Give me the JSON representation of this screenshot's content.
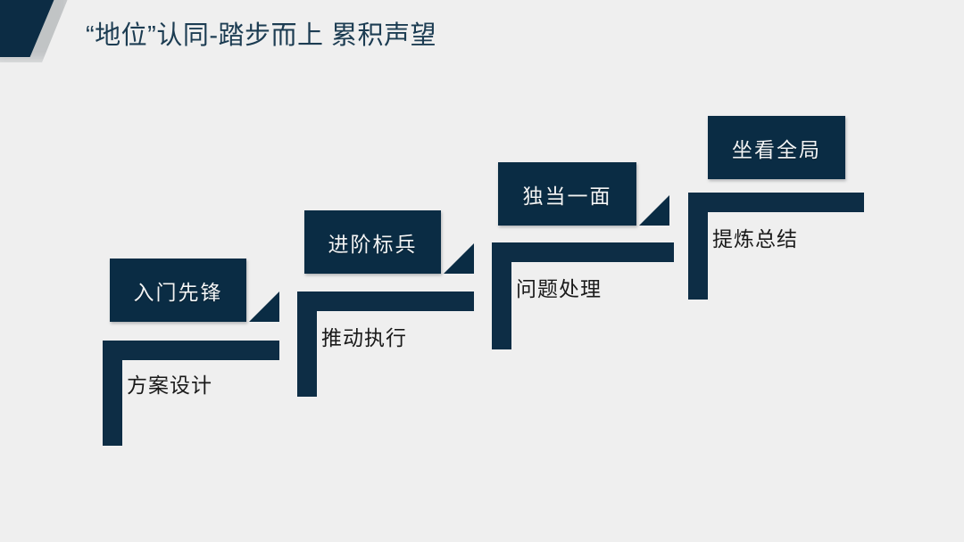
{
  "slide": {
    "title": "“地位”认同-踏步而上 累积声望",
    "background_color": "#efefef",
    "accent_color": "#0a2c44",
    "title_color": "#1c3c52",
    "sublabel_color": "#1a1a1a"
  },
  "steps": [
    {
      "index": 1,
      "badge": "入门先锋",
      "task": "方案设计",
      "has_tail": true
    },
    {
      "index": 2,
      "badge": "进阶标兵",
      "task": "推动执行",
      "has_tail": true
    },
    {
      "index": 3,
      "badge": "独当一面",
      "task": "问题处理",
      "has_tail": true
    },
    {
      "index": 4,
      "badge": "坐看全局",
      "task": "提炼总结",
      "has_tail": false
    }
  ]
}
